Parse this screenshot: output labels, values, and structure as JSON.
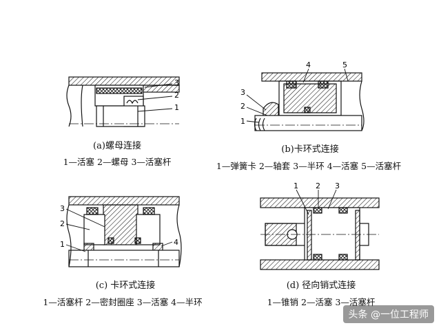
{
  "panels": {
    "a": {
      "caption": "(a)螺母连接",
      "legend": "1—活塞  2—螺母  3—活塞杆",
      "callouts": [
        "3",
        "2",
        "1"
      ]
    },
    "b": {
      "caption": "(b)卡环式连接",
      "legend": "1—弹簧卡  2—轴套  3—半环  4—活塞  5—活塞杆",
      "callouts": [
        "4",
        "5",
        "3",
        "2",
        "1"
      ]
    },
    "c": {
      "caption": "(c) 卡环式连接",
      "legend": "1—活塞杆  2—密封圈座  3—活塞  4—半环",
      "callouts": [
        "3",
        "2",
        "1",
        "4"
      ]
    },
    "d": {
      "caption": "(d) 径向销式连接",
      "legend": "1—锥销  2—活塞  3—活塞杆",
      "callouts": [
        "1",
        "2",
        "3"
      ]
    }
  },
  "watermark": "头条 @一位工程师"
}
